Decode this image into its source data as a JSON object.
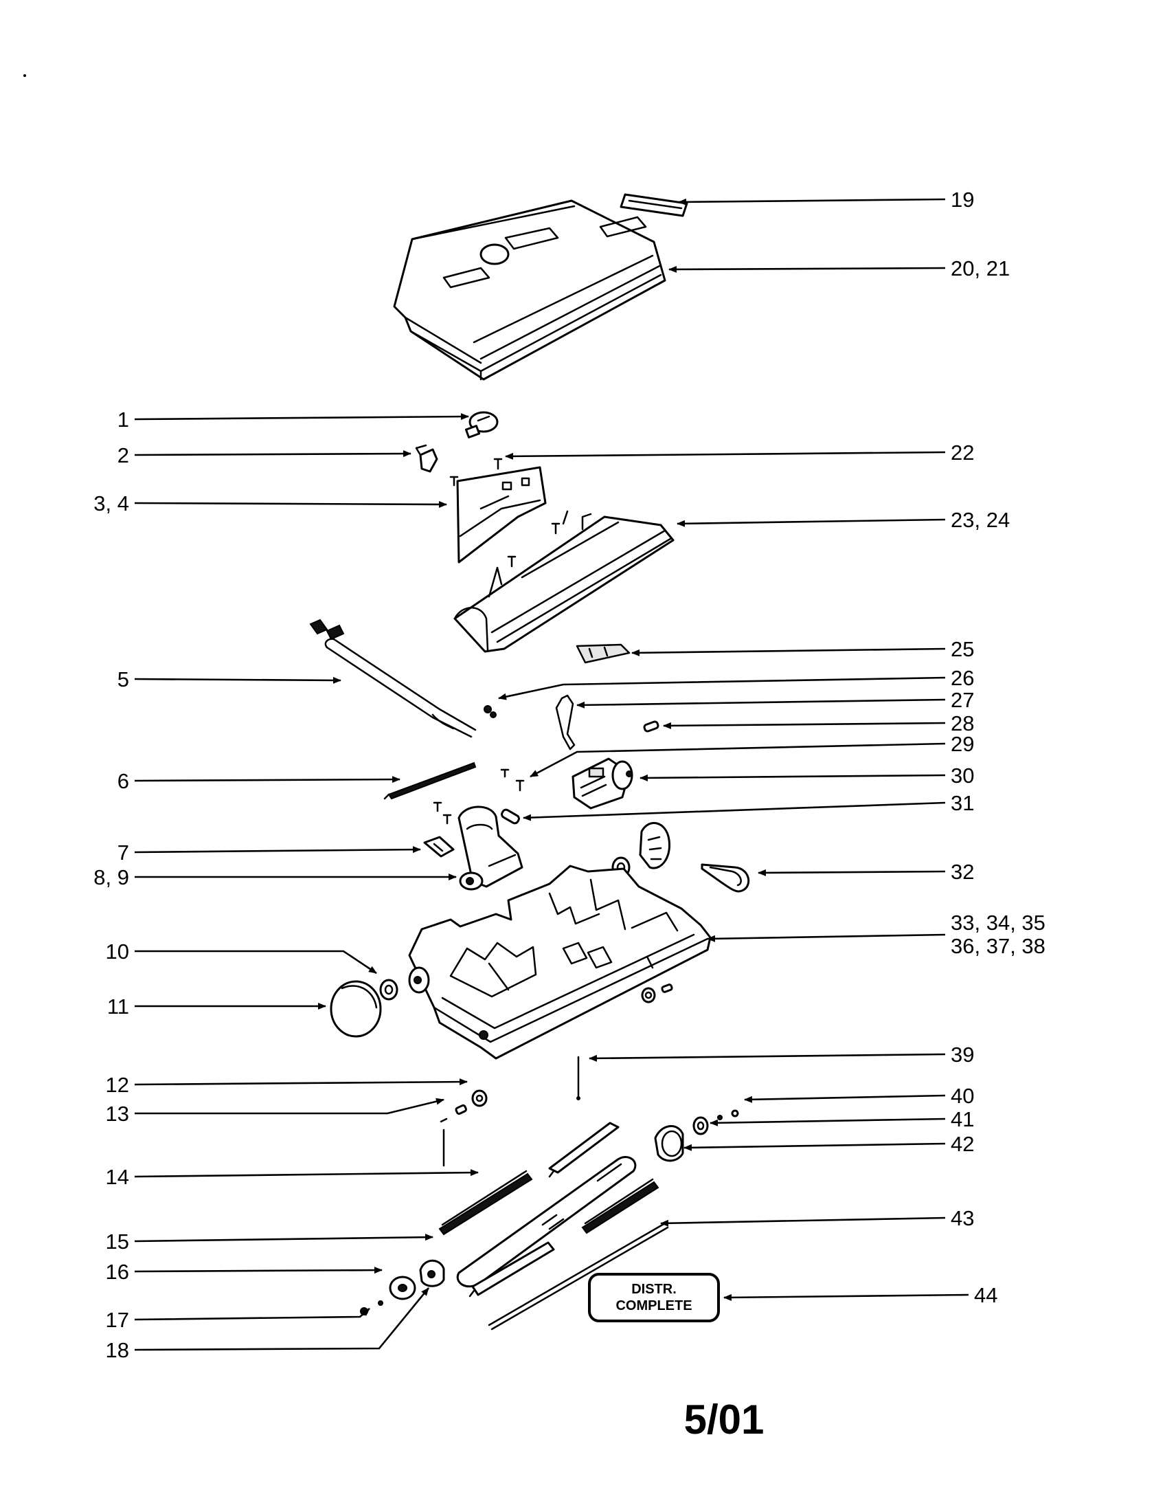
{
  "callouts": [
    {
      "id": "19",
      "label": "19"
    },
    {
      "id": "20-21",
      "label": "20, 21"
    },
    {
      "id": "1",
      "label": "1"
    },
    {
      "id": "2",
      "label": "2"
    },
    {
      "id": "22",
      "label": "22"
    },
    {
      "id": "3-4",
      "label": "3, 4"
    },
    {
      "id": "23-24",
      "label": "23, 24"
    },
    {
      "id": "25",
      "label": "25"
    },
    {
      "id": "5",
      "label": "5"
    },
    {
      "id": "26",
      "label": "26"
    },
    {
      "id": "27",
      "label": "27"
    },
    {
      "id": "28",
      "label": "28"
    },
    {
      "id": "29",
      "label": "29"
    },
    {
      "id": "6",
      "label": "6"
    },
    {
      "id": "30",
      "label": "30"
    },
    {
      "id": "31",
      "label": "31"
    },
    {
      "id": "7",
      "label": "7"
    },
    {
      "id": "8-9",
      "label": "8, 9"
    },
    {
      "id": "32",
      "label": "32"
    },
    {
      "id": "33-35",
      "label": "33, 34, 35"
    },
    {
      "id": "36-38",
      "label": "36, 37, 38"
    },
    {
      "id": "10",
      "label": "10"
    },
    {
      "id": "11",
      "label": "11"
    },
    {
      "id": "39",
      "label": "39"
    },
    {
      "id": "12",
      "label": "12"
    },
    {
      "id": "40",
      "label": "40"
    },
    {
      "id": "13",
      "label": "13"
    },
    {
      "id": "41",
      "label": "41"
    },
    {
      "id": "42",
      "label": "42"
    },
    {
      "id": "14",
      "label": "14"
    },
    {
      "id": "43",
      "label": "43"
    },
    {
      "id": "15",
      "label": "15"
    },
    {
      "id": "16",
      "label": "16"
    },
    {
      "id": "44",
      "label": "44"
    },
    {
      "id": "17",
      "label": "17"
    },
    {
      "id": "18",
      "label": "18"
    }
  ],
  "badge": {
    "line1": "DISTR.",
    "line2": "COMPLETE"
  },
  "date_stamp": "5/01"
}
